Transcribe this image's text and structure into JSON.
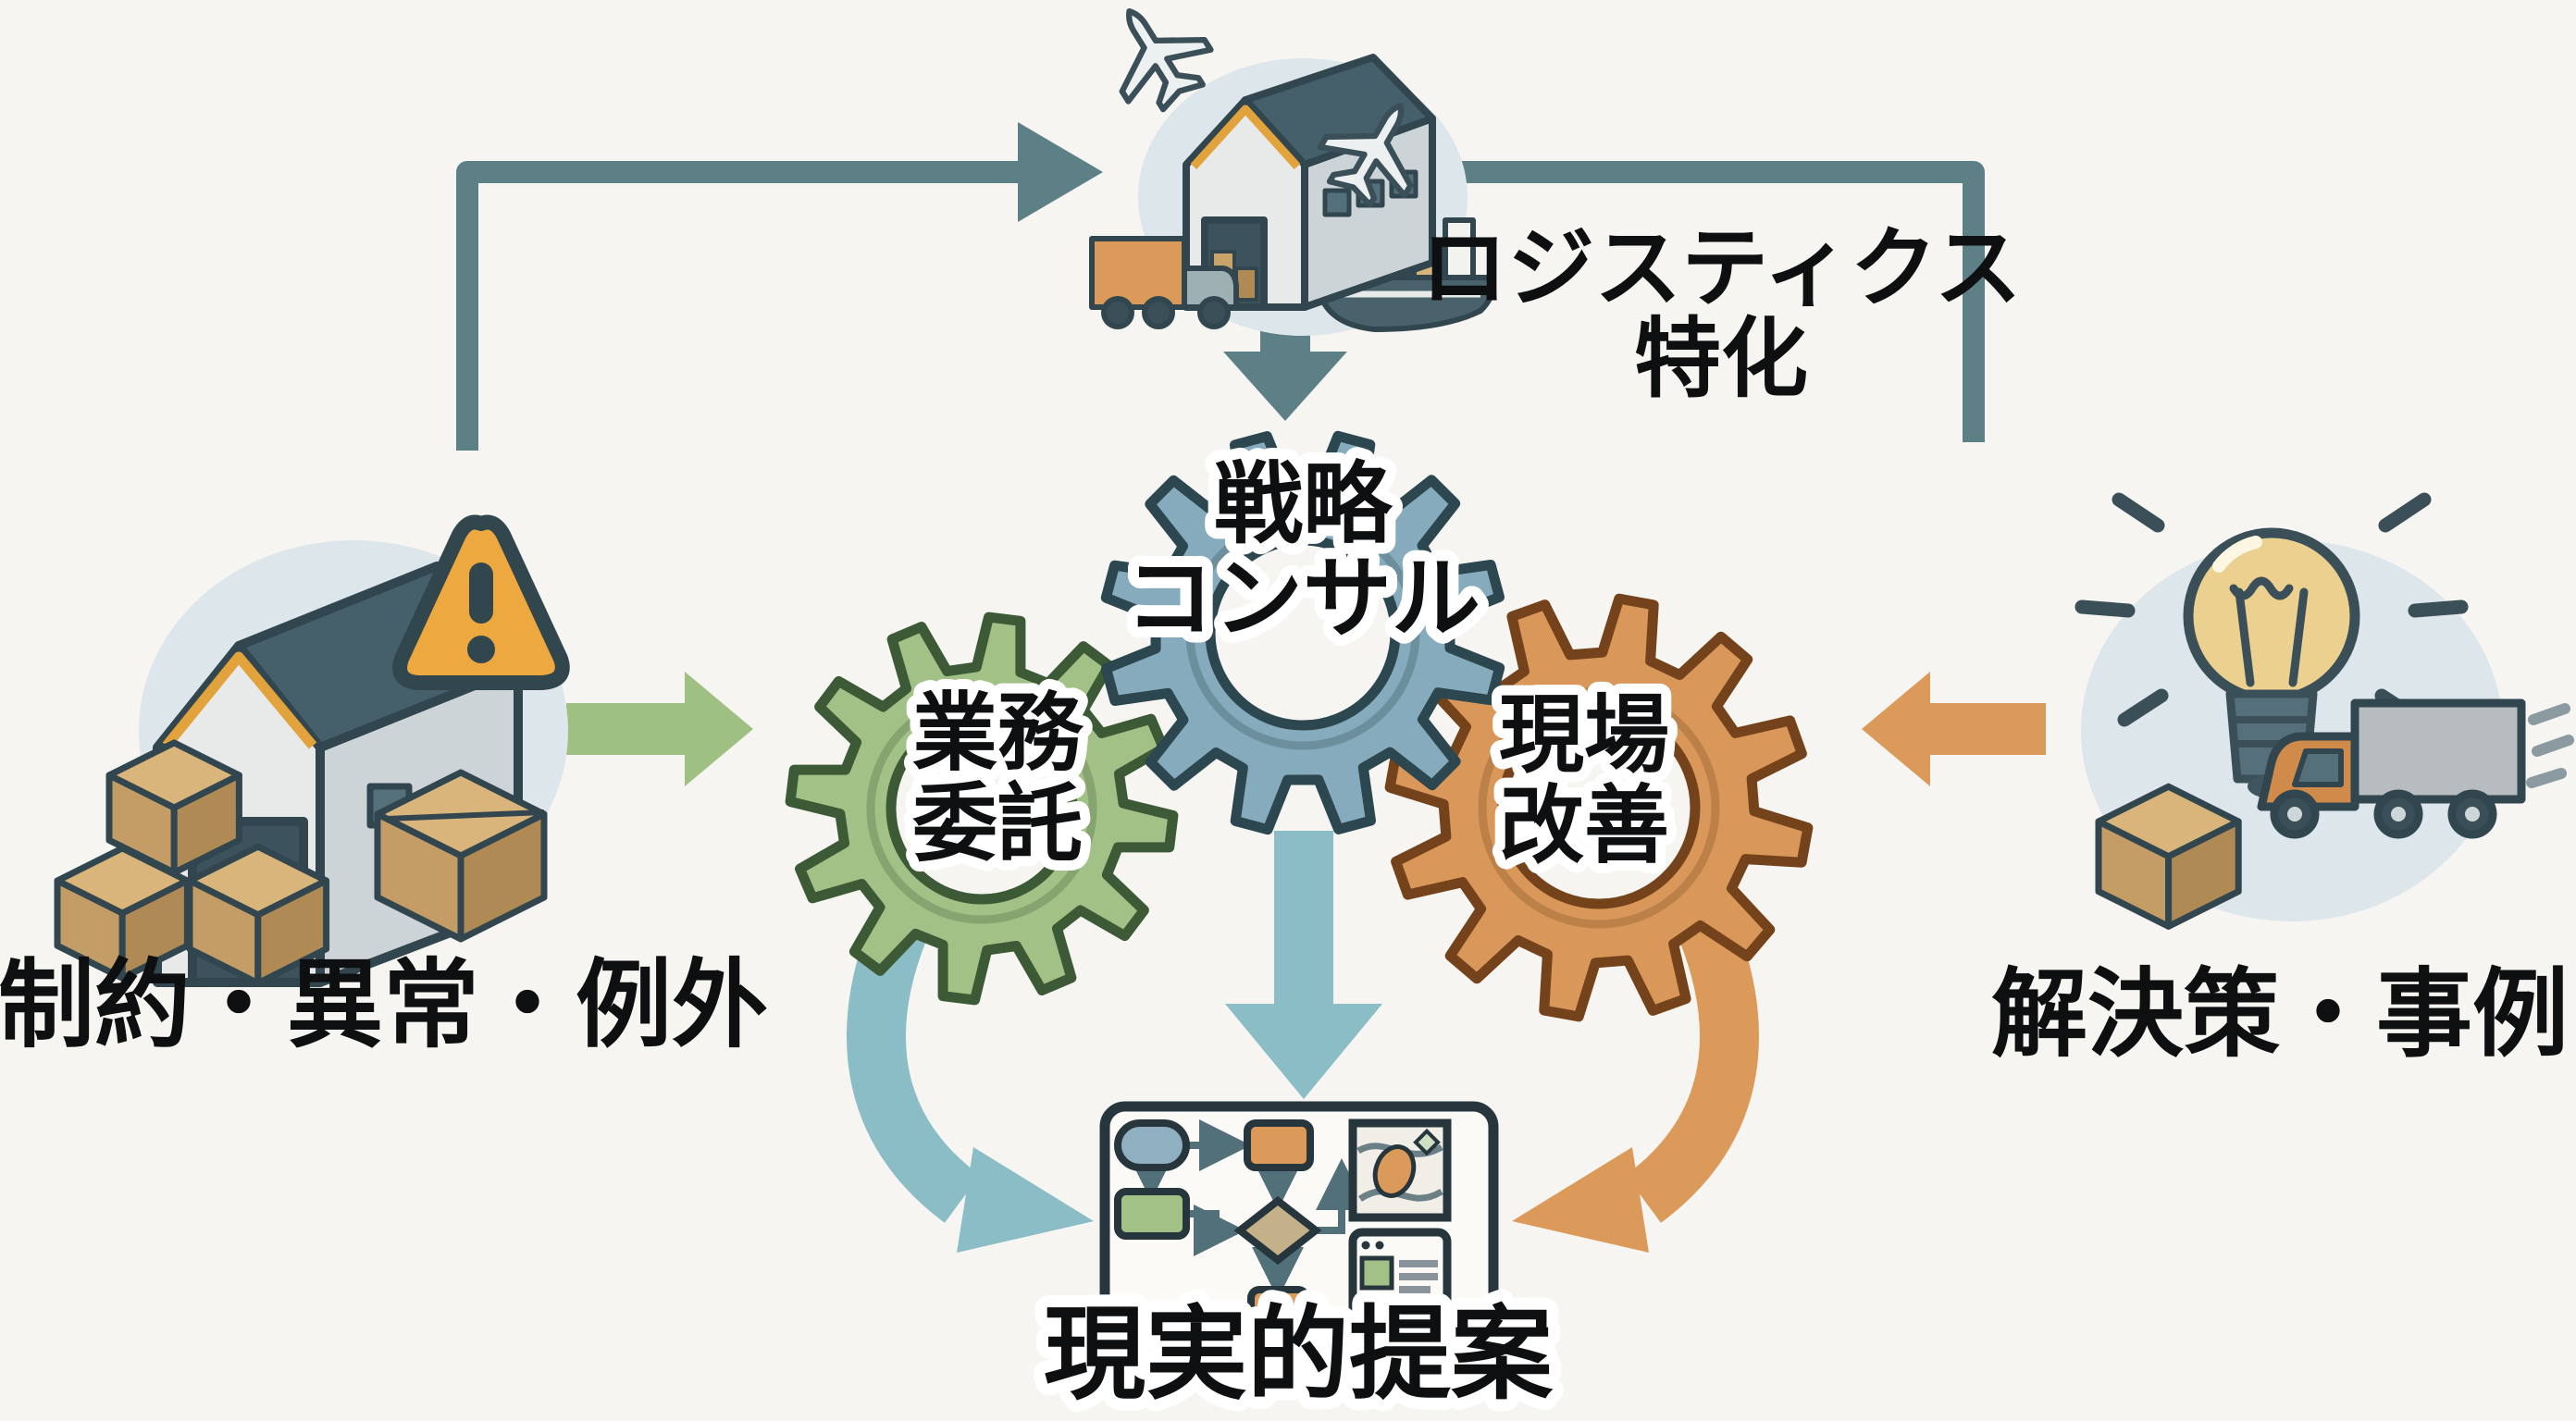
{
  "diagram": {
    "hub": {
      "label_line1": "ロジスティクス",
      "label_line2": "特化",
      "icon": "logistics-hub-icon"
    },
    "gears": {
      "strategy": {
        "line1": "戦略",
        "line2": "コンサル",
        "color": "#85abbc"
      },
      "outsourcing": {
        "line1": "業務",
        "line2": "委託",
        "color": "#a2c186"
      },
      "kaizen": {
        "line1": "現場",
        "line2": "改善",
        "color": "#d9985a"
      }
    },
    "left_input": {
      "label": "制約・異常・例外",
      "icon": "warehouse-alert-icon"
    },
    "right_input": {
      "label": "解決策・事例",
      "icon": "lightbulb-truck-icon"
    },
    "output": {
      "label": "現実的提案",
      "icon": "flowchart-icon"
    },
    "icons": [
      "airplane-icon",
      "warehouse-icon",
      "cargo-truck-icon",
      "cargo-ship-icon",
      "warning-triangle-icon",
      "boxes-icon",
      "lightbulb-icon",
      "delivery-truck-icon",
      "gear-icon",
      "flowchart-icon"
    ]
  },
  "colors": {
    "bg": "#f6f5f1",
    "slate": "#5d7f86",
    "teal": "#8abdc6",
    "green": "#9fc083",
    "orange": "#dc9a5a",
    "blue-gear": "#85abbc",
    "green-gear": "#a2c186",
    "orange-gear": "#d9985a",
    "circle": "#dde6ea",
    "ink": "#0d0f10"
  }
}
